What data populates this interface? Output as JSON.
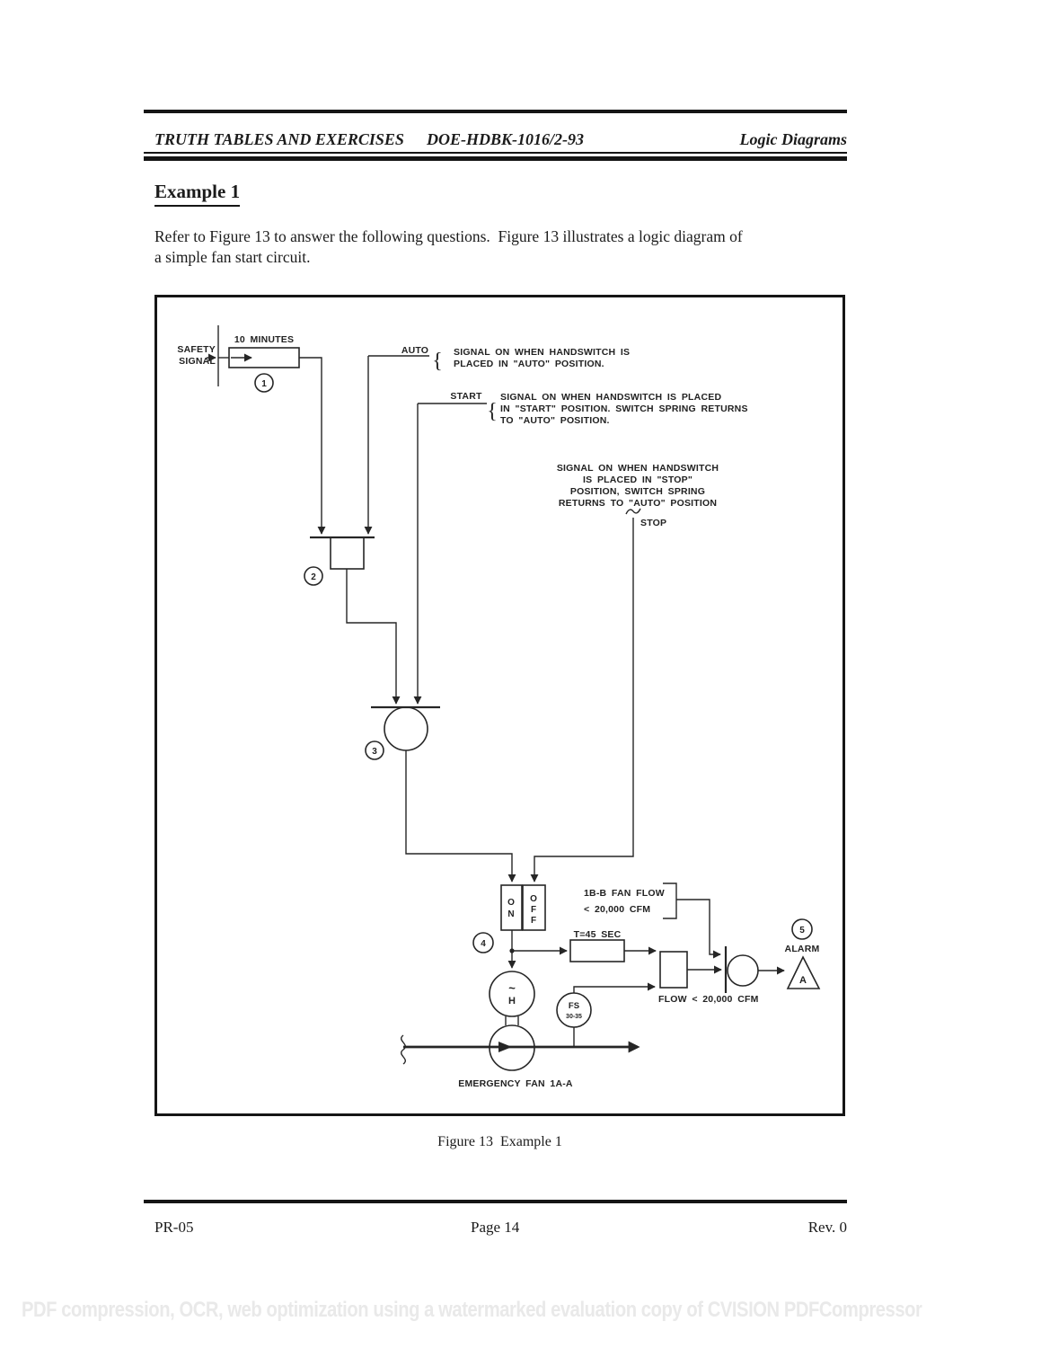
{
  "page": {
    "header": {
      "left": "TRUTH TABLES AND EXERCISES",
      "center": "DOE-HDBK-1016/2-93",
      "right": "Logic Diagrams"
    },
    "title": "Example 1",
    "intro": {
      "line1": "Refer to Figure 13 to answer the following questions.  Figure 13 illustrates a logic diagram of",
      "line2": "a simple fan start circuit."
    },
    "footer": {
      "left": "PR-05",
      "center": "Page 14",
      "right": "Rev. 0"
    },
    "watermark": "PDF compression, OCR, web optimization using a watermarked evaluation copy of CVISION PDFCompressor"
  },
  "figure": {
    "caption": "Figure 13  Example 1",
    "brace": "{",
    "safety_signal": [
      "SAFETY",
      "SIGNAL"
    ],
    "timer1_label": "10 MINUTES",
    "callout_numbers": [
      "1",
      "2",
      "3",
      "4",
      "5"
    ],
    "auto_label": "AUTO",
    "auto_note": [
      "SIGNAL ON WHEN HANDSWITCH IS",
      "PLACED IN \"AUTO\" POSITION."
    ],
    "start_label": "START",
    "start_note": [
      "SIGNAL ON WHEN HANDSWITCH IS PLACED",
      "IN \"START\" POSITION. SWITCH SPRING RETURNS",
      "TO \"AUTO\" POSITION."
    ],
    "stop_note": [
      "SIGNAL ON WHEN HANDSWITCH",
      "IS PLACED IN \"STOP\"",
      "POSITION, SWITCH SPRING",
      "RETURNS TO \"AUTO\" POSITION"
    ],
    "stop_label": "STOP",
    "on_box": [
      "O",
      "N"
    ],
    "off_box": [
      "O",
      "F",
      "F"
    ],
    "fan_flow_note": [
      "1B-B FAN FLOW",
      "< 20,000 CFM"
    ],
    "timer2_label": "T=45 SEC",
    "handswitch": [
      "~",
      "H"
    ],
    "flow_switch": [
      "FS",
      "30-35"
    ],
    "flow_note": "FLOW < 20,000 CFM",
    "alarm_label": "ALARM",
    "alarm_letter": "A",
    "fan_label": "EMERGENCY FAN 1A-A"
  }
}
